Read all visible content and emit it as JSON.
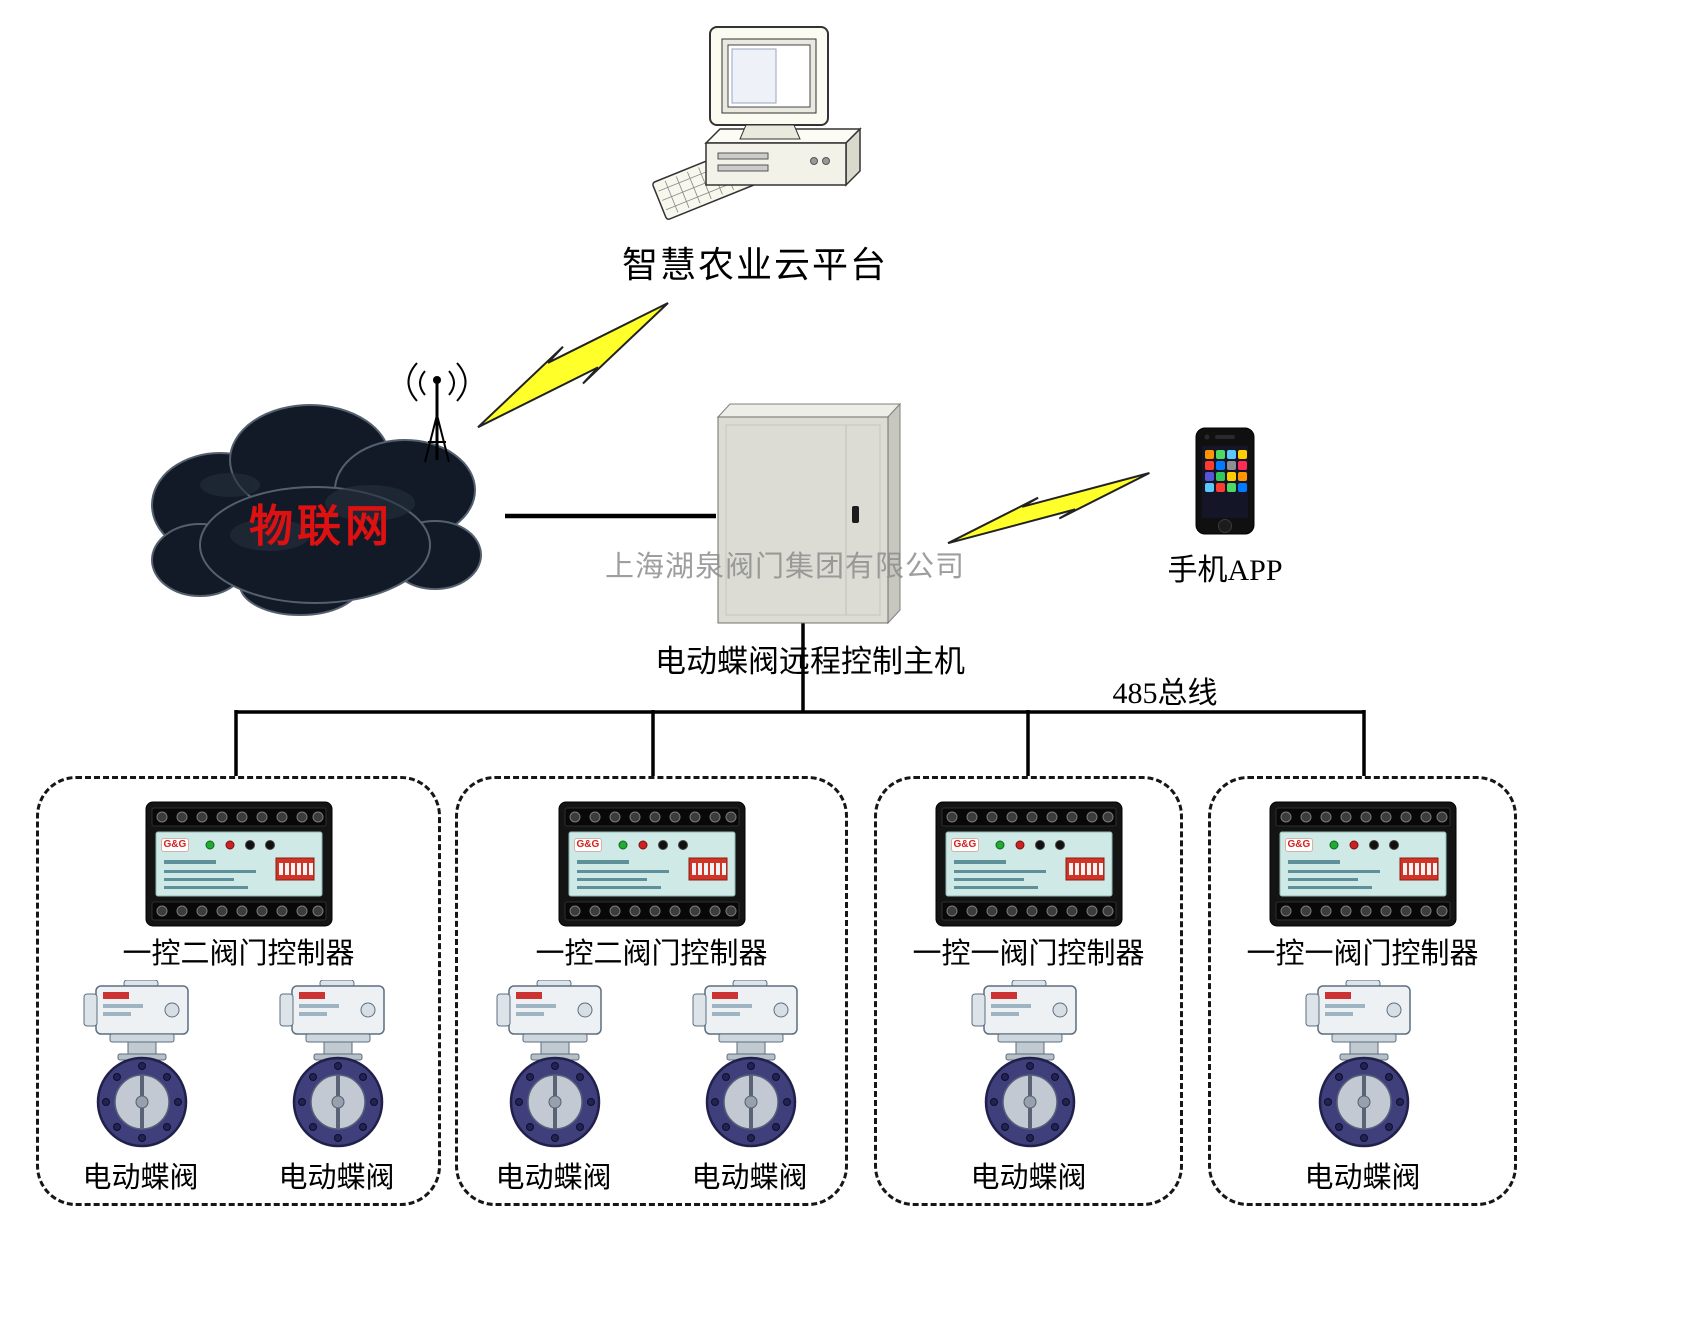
{
  "platform": {
    "label": "智慧农业云平台"
  },
  "iot_cloud": {
    "label": "物联网"
  },
  "host": {
    "label": "电动蝶阀远程控制主机",
    "watermark": "上海湖泉阀门集团有限公司"
  },
  "phone": {
    "label": "手机APP"
  },
  "bus": {
    "label": "485总线"
  },
  "controller_device": {
    "logo": "G&G"
  },
  "groups": [
    {
      "controller_label": "一控二阀门控制器",
      "valves": [
        "电动蝶阀",
        "电动蝶阀"
      ]
    },
    {
      "controller_label": "一控二阀门控制器",
      "valves": [
        "电动蝶阀",
        "电动蝶阀"
      ]
    },
    {
      "controller_label": "一控一阀门控制器",
      "valves": [
        "电动蝶阀"
      ]
    },
    {
      "controller_label": "一控一阀门控制器",
      "valves": [
        "电动蝶阀"
      ]
    }
  ],
  "colors": {
    "lightning": "#ffff29",
    "iot_text": "#dd1111",
    "valve_ring": "#3f3f7b",
    "controller_panel": "#cfe9e6",
    "dip_switch": "#cf3426"
  }
}
